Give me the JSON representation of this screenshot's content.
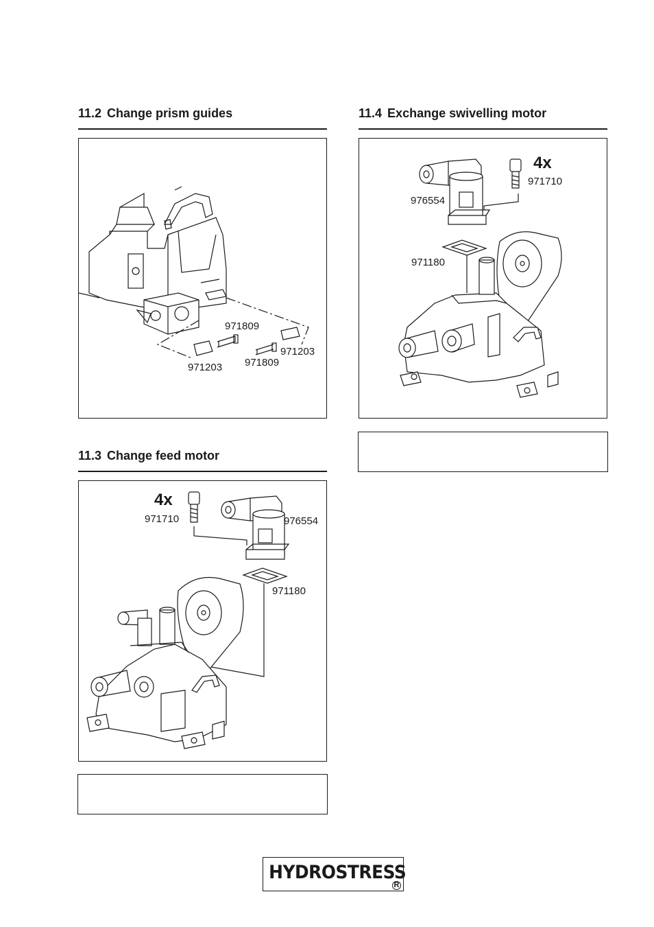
{
  "sections": {
    "s112": {
      "number": "11.2",
      "title": "Change prism guides",
      "labels": {
        "a": "971809",
        "b": "971809",
        "c": "971203",
        "d": "971203"
      }
    },
    "s113": {
      "number": "11.3",
      "title": "Change feed motor",
      "qty": "4x",
      "labels": {
        "screw": "971710",
        "motor": "976554",
        "gasket": "971180"
      }
    },
    "s114": {
      "number": "11.4",
      "title": "Exchange swivelling motor",
      "qty": "4x",
      "labels": {
        "screw": "971710",
        "motor": "976554",
        "gasket": "971180"
      }
    }
  },
  "logo": {
    "brand": "HYDROSTRESS",
    "reg": "R"
  },
  "icons": {
    "fig112": "prism-guide-exploded-drawing",
    "fig113": "feed-motor-exploded-drawing",
    "fig114": "swivelling-motor-exploded-drawing"
  }
}
